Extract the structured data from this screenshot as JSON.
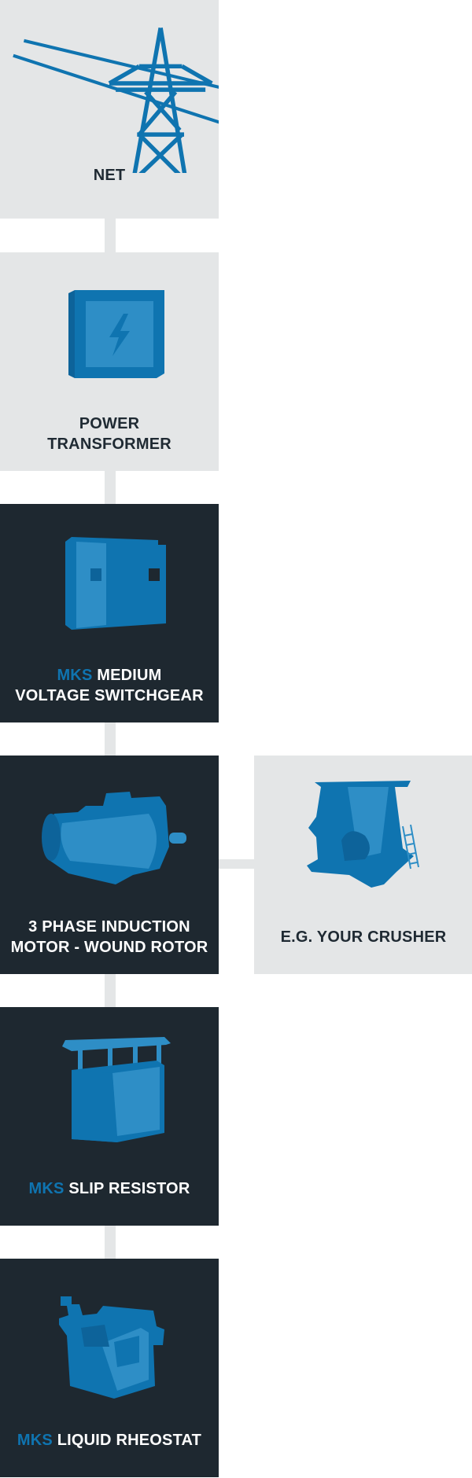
{
  "colors": {
    "brand": "#0f74b0",
    "brand_light": "#2e8ec6",
    "card_light": "#e4e6e7",
    "card_dark": "#1e2830",
    "text_dark": "#1f2a33",
    "text_light": "#ffffff"
  },
  "nodes": {
    "net": {
      "icon": "power-pylon-icon",
      "lines": [
        "NET"
      ]
    },
    "power_transformer": {
      "icon": "transformer-box-icon",
      "lines": [
        "POWER",
        "TRANSFORMER"
      ]
    },
    "switchgear": {
      "icon": "switchgear-cabinet-icon",
      "brand": "MKS",
      "line1_rest": " MEDIUM",
      "line2": "VOLTAGE SWITCHGEAR"
    },
    "motor": {
      "icon": "induction-motor-icon",
      "lines": [
        "3 PHASE INDUCTION",
        "MOTOR - WOUND ROTOR"
      ]
    },
    "crusher": {
      "icon": "crusher-machine-icon",
      "lines": [
        "E.G. YOUR CRUSHER"
      ]
    },
    "slip_resistor": {
      "icon": "slip-resistor-icon",
      "brand": "MKS",
      "rest": " SLIP RESISTOR"
    },
    "liquid_rheostat": {
      "icon": "liquid-rheostat-icon",
      "brand": "MKS",
      "rest": " LIQUID RHEOSTAT"
    }
  }
}
